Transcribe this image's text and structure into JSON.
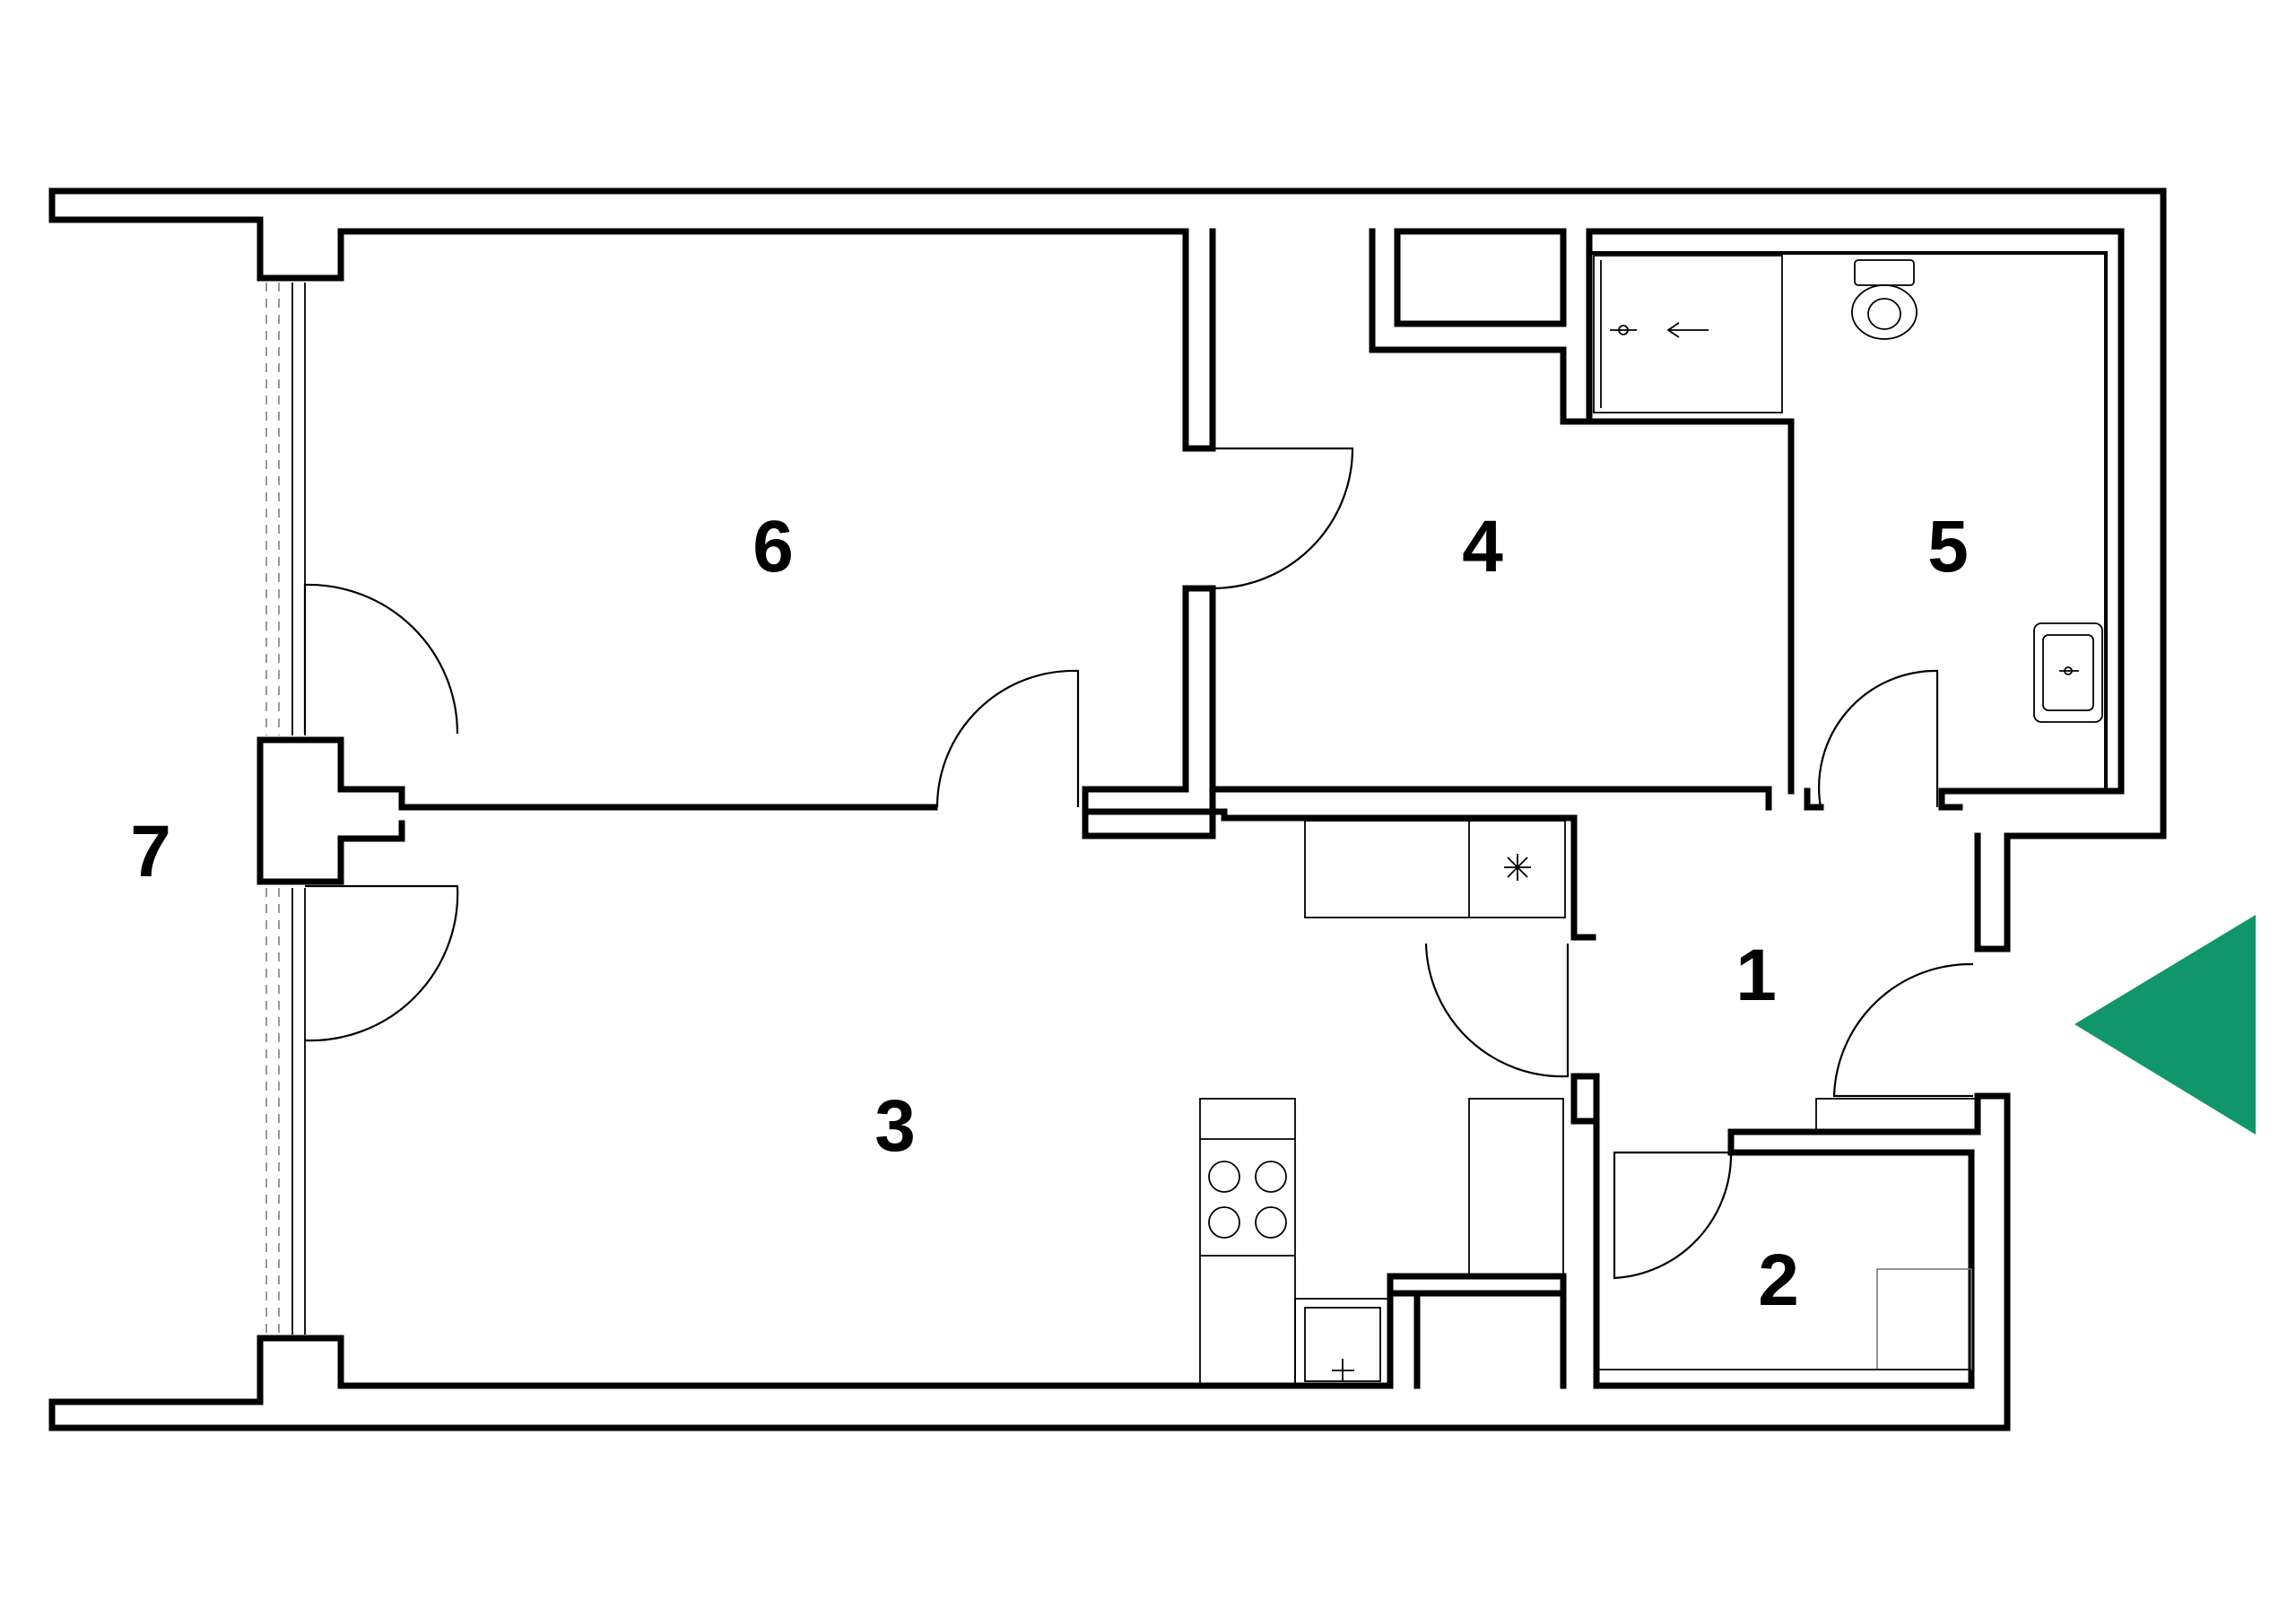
{
  "floor_plan": {
    "rooms": [
      {
        "id": "room-1",
        "label": "1"
      },
      {
        "id": "room-2",
        "label": "2"
      },
      {
        "id": "room-3",
        "label": "3"
      },
      {
        "id": "room-4",
        "label": "4"
      },
      {
        "id": "room-5",
        "label": "5"
      },
      {
        "id": "room-6",
        "label": "6"
      },
      {
        "id": "room-7",
        "label": "7"
      }
    ],
    "entrance_marker": {
      "icon": "entrance-arrow-icon",
      "color": "#11956b"
    },
    "colors": {
      "wall": "#000000",
      "background": "#ffffff",
      "fixture_grey": "#777777"
    }
  }
}
